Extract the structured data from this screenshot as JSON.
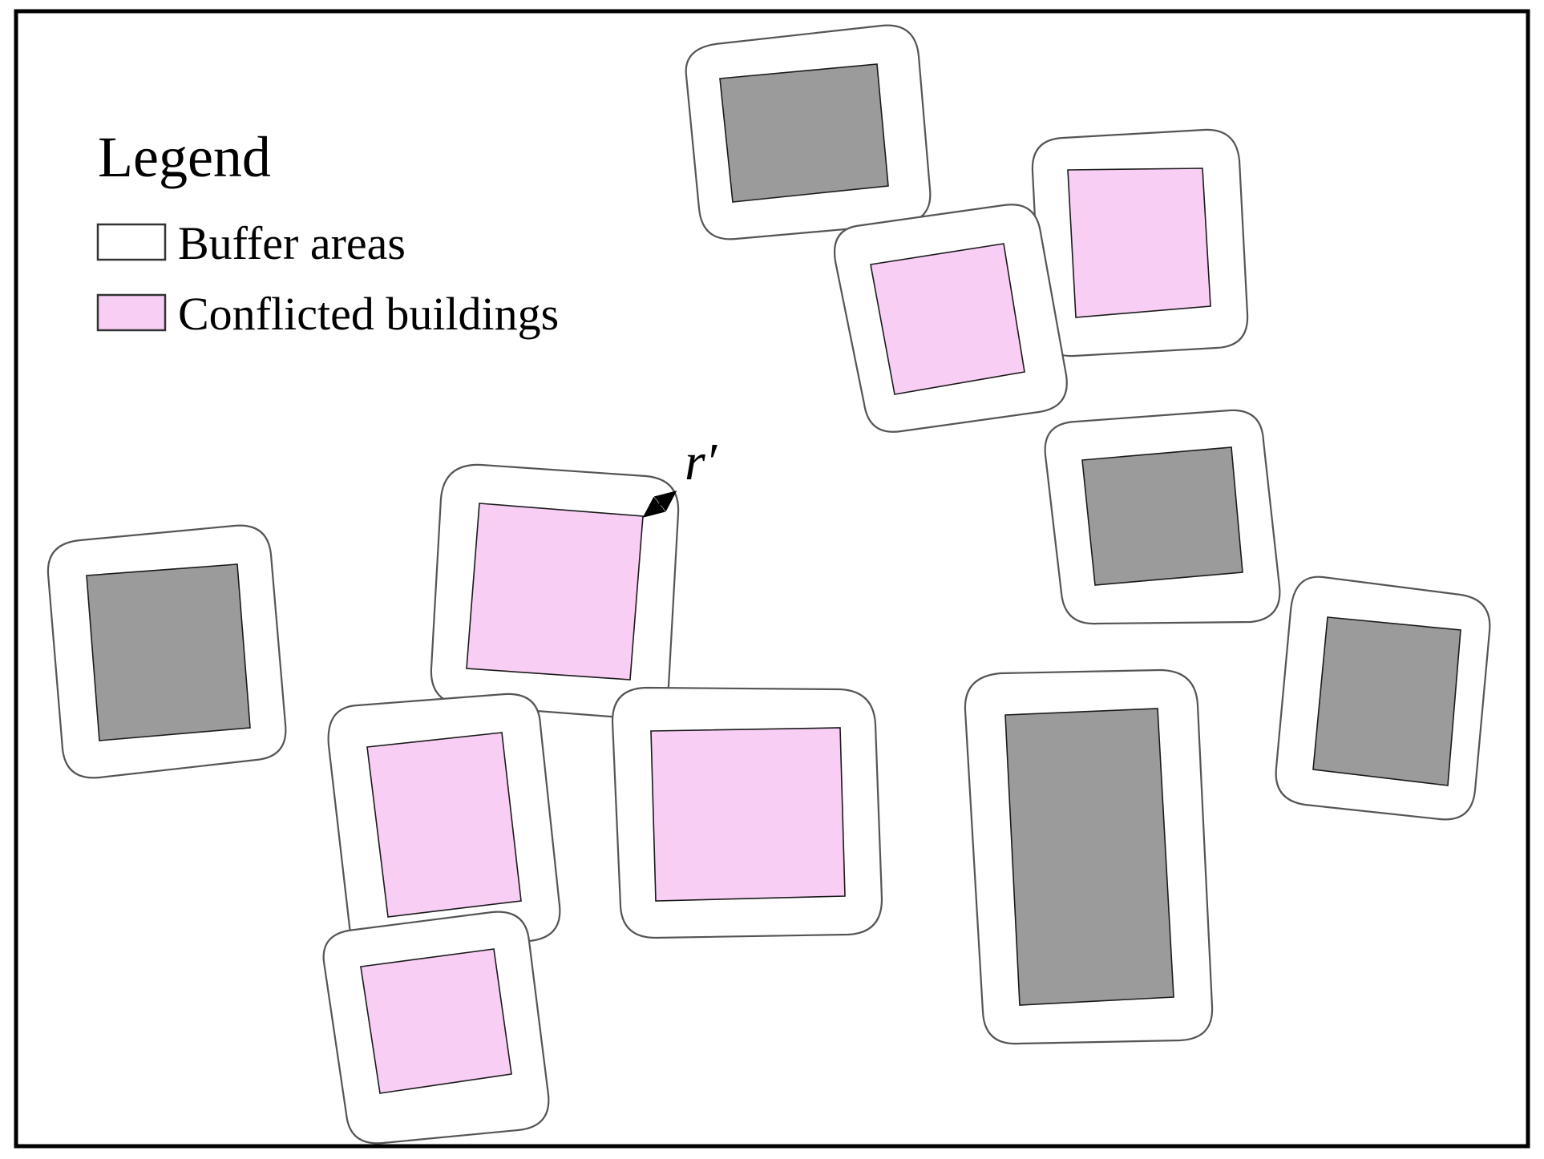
{
  "legend": {
    "title": "Legend",
    "items": [
      {
        "label": "Buffer areas",
        "swatch_color": "#ffffff"
      },
      {
        "label": "Conflicted buildings",
        "swatch_color": "#f8cef5"
      }
    ]
  },
  "annotation": {
    "label": "r′"
  },
  "colors": {
    "frame": "#000000",
    "buffer_outline": "#555555",
    "conflicted_building": "#f8cef5",
    "normal_building": "#9b9b9b"
  }
}
